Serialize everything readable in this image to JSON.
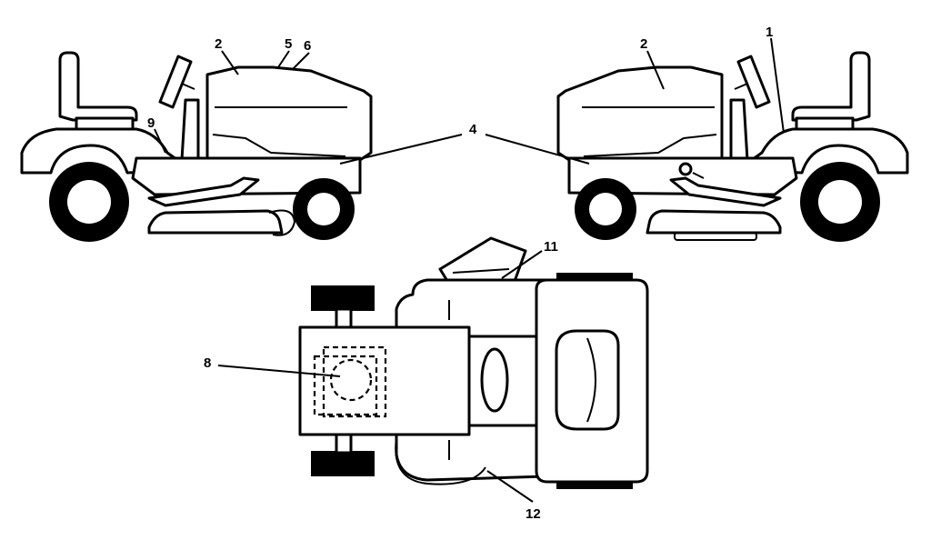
{
  "diagram": {
    "type": "parts-callout-illustration",
    "views": [
      "left-side",
      "right-side",
      "top"
    ],
    "callouts": {
      "c1": "1",
      "c2_left": "2",
      "c2_right": "2",
      "c4": "4",
      "c5": "5",
      "c6": "6",
      "c8": "8",
      "c9": "9",
      "c11": "11",
      "c12": "12"
    },
    "colors": {
      "line": "#000000",
      "fill": "#ffffff"
    }
  }
}
